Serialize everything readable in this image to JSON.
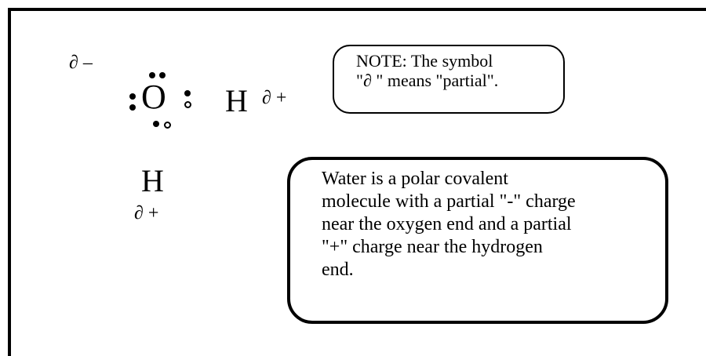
{
  "frame": {
    "color": "#000000"
  },
  "molecule": {
    "oxygen": {
      "symbol": "O",
      "partial_charge": "∂ –"
    },
    "hydrogen_top": {
      "symbol": "H",
      "partial_charge": "∂ +"
    },
    "hydrogen_bottom": {
      "symbol": "H",
      "partial_charge": "∂ +"
    }
  },
  "note": {
    "line1": "NOTE: The symbol",
    "line2": "\"∂ \" means \"partial\"."
  },
  "info": {
    "line1": "Water is a polar covalent",
    "line2": "molecule with a partial \"-\" charge",
    "line3": "near the oxygen end and a partial",
    "line4": "\"+\" charge near the hydrogen",
    "line5": "end."
  }
}
